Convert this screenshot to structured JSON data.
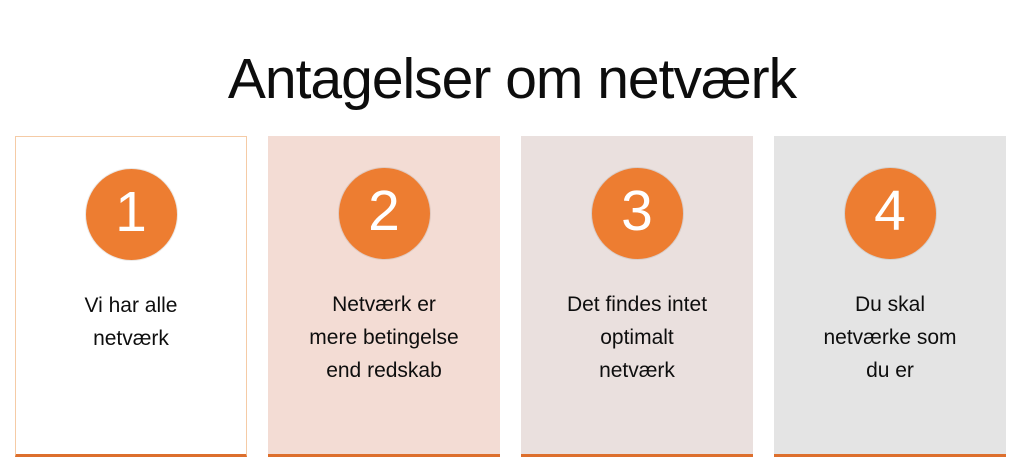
{
  "title": "Antagelser om netværk",
  "colors": {
    "accent_orange": "#ed7d31",
    "underline_orange": "#dd6f2d",
    "card1_bg": "#ffffff",
    "card1_border": "#f5cba6",
    "card2_bg": "#f3dcd4",
    "card3_bg": "#eae0de",
    "card4_bg": "#e4e4e4",
    "text_color": "#0e0e0e"
  },
  "cards": [
    {
      "number": "1",
      "lines": [
        "Vi har alle",
        "netværk"
      ]
    },
    {
      "number": "2",
      "lines": [
        "Netværk er",
        "mere betingelse",
        "end redskab"
      ]
    },
    {
      "number": "3",
      "lines": [
        "Det findes intet",
        "optimalt",
        "netværk"
      ]
    },
    {
      "number": "4",
      "lines": [
        "Du skal",
        "netværke som",
        "du er"
      ]
    }
  ]
}
